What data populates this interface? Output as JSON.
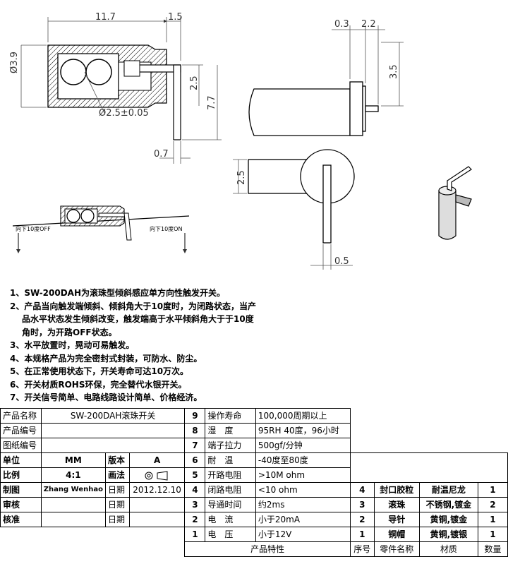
{
  "dimensions": {
    "len_11_7": "11.7",
    "len_1_5": "1.5",
    "dia_3_9": "Ø3.9",
    "ball_dia": "Ø2.5±0.05",
    "h_2_5": "2.5",
    "h_7_7": "7.7",
    "w_0_7": "0.7",
    "top_0_3": "0.3",
    "top_2_2": "2.2",
    "h_3_5": "3.5",
    "h_2_5_side": "2.5",
    "w_0_5": "0.5"
  },
  "tilt_labels": {
    "off": "向下10度OFF",
    "on": "向下10度ON"
  },
  "notes": [
    "1、SW-200DAH为滚珠型倾斜感应单方向性触发开关。",
    "2、产品当向触发端倾斜、倾斜角大于10度时，为闭路状态，当产",
    "品水平状态发生倾斜改变，触发端高于水平倾斜角大于于10度",
    "角时，为开路OFF状态。",
    "3、水平放置时，晃动可易触发。",
    "4、本规格产品为完全密封式封装，可防水、防尘。",
    "5、在正常使用状态下，开关寿命可达10万次。",
    "6、开关材质ROHS环保，完全替代水银开关。",
    "7、开关信号简单、电路线路设计简单、价格经济。"
  ],
  "info": {
    "product_name_label": "产品名称",
    "product_name": "SW-200DAH滚珠开关",
    "product_no_label": "产品编号",
    "drawing_no_label": "图纸编号",
    "unit_label": "单位",
    "unit": "MM",
    "version_label": "版本",
    "version": "A",
    "scale_label": "比例",
    "scale": "4:1",
    "method_label": "画法",
    "drawn_label": "制图",
    "drawn_by": "Zhang Wenhao",
    "date_label": "日期",
    "drawn_date": "2012.12.10",
    "review_label": "审核",
    "approve_label": "核准"
  },
  "characteristics": [
    {
      "no": "9",
      "name": "操作寿命",
      "value": "100,000周期以上"
    },
    {
      "no": "8",
      "name": "湿　度",
      "value": "95RH 40度，96小时"
    },
    {
      "no": "7",
      "name": "端子拉力",
      "value": "500gf/分钟"
    },
    {
      "no": "6",
      "name": "耐　温",
      "value": "-40度至80度"
    },
    {
      "no": "5",
      "name": "开路电阻",
      "value": ">10M ohm"
    },
    {
      "no": "4",
      "name": "闭路电阻",
      "value": "<10 ohm"
    },
    {
      "no": "3",
      "name": "导通时间",
      "value": "约2ms"
    },
    {
      "no": "2",
      "name": "电　流",
      "value": "小于20mA"
    },
    {
      "no": "1",
      "name": "电　压",
      "value": "小于12V"
    }
  ],
  "characteristics_footer": "产品特性",
  "parts": [
    {
      "no": "4",
      "name": "封口胶粒",
      "material": "耐温尼龙",
      "qty": "1"
    },
    {
      "no": "3",
      "name": "滚珠",
      "material": "不锈钢,镀金",
      "qty": "2"
    },
    {
      "no": "2",
      "name": "导针",
      "material": "黄铜,镀金",
      "qty": "1"
    },
    {
      "no": "1",
      "name": "铜帽",
      "material": "黄铜,镀银",
      "qty": "1"
    }
  ],
  "parts_header": {
    "no": "序号",
    "name": "零件名称",
    "material": "材质",
    "qty": "数量"
  }
}
